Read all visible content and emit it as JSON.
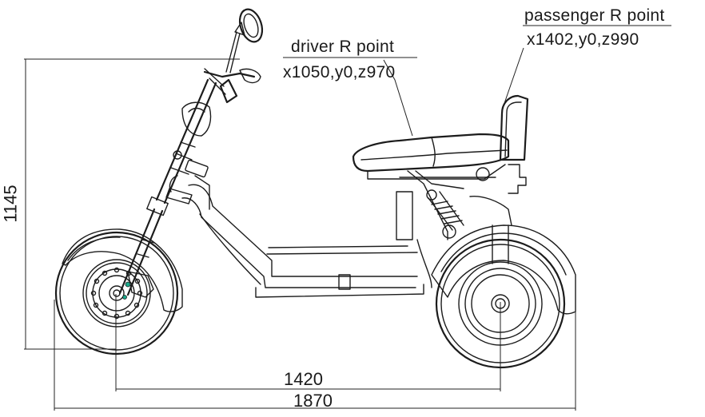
{
  "labels": {
    "passenger_title": "passenger R point",
    "passenger_coords": "x1402,y0,z990",
    "driver_title": "driver R point",
    "driver_coords": "x1050,y0,z970"
  },
  "dimensions": {
    "height": "1145",
    "wheelbase": "1420",
    "overall_length": "1870"
  },
  "colors": {
    "line": "#1c1c1c",
    "accent": "#1aa88a"
  }
}
